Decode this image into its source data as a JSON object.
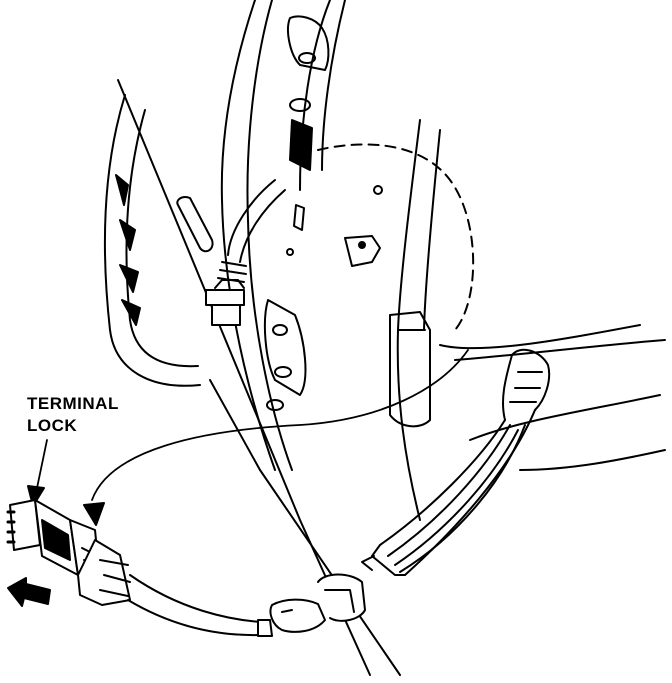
{
  "callout": {
    "line1": "TERMINAL",
    "line2": "LOCK"
  },
  "colors": {
    "ink": "#000000",
    "paper": "#ffffff"
  },
  "icons": [
    "terminal-lock-pointer-arrow",
    "connector-pull-direction-arrow",
    "routing-curved-arrow"
  ]
}
